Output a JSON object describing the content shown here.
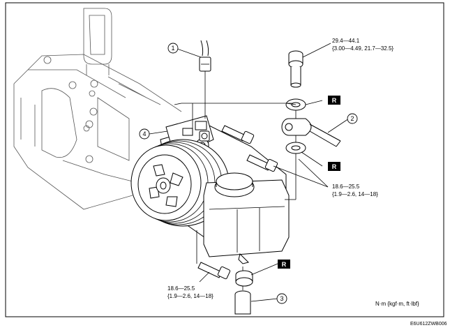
{
  "callouts": [
    {
      "number": "1"
    },
    {
      "number": "2"
    },
    {
      "number": "3"
    },
    {
      "number": "4"
    }
  ],
  "torque_specs": {
    "top_right": {
      "value": "29.4—44.1",
      "alt": "{3.00—4.49, 21.7—32.5}"
    },
    "middle_right": {
      "value": "18.6—25.5",
      "alt": "{1.9—2.6, 14—18}"
    },
    "bottom_left": {
      "value": "18.6—25.5",
      "alt": "{1.9—2.6, 14—18}"
    }
  },
  "replace_marks": [
    {
      "text": "R"
    },
    {
      "text": "R"
    },
    {
      "text": "R"
    }
  ],
  "units": "N·m {kgf·m, ft·lbf}",
  "figure_code": "E6U612ZWB006"
}
